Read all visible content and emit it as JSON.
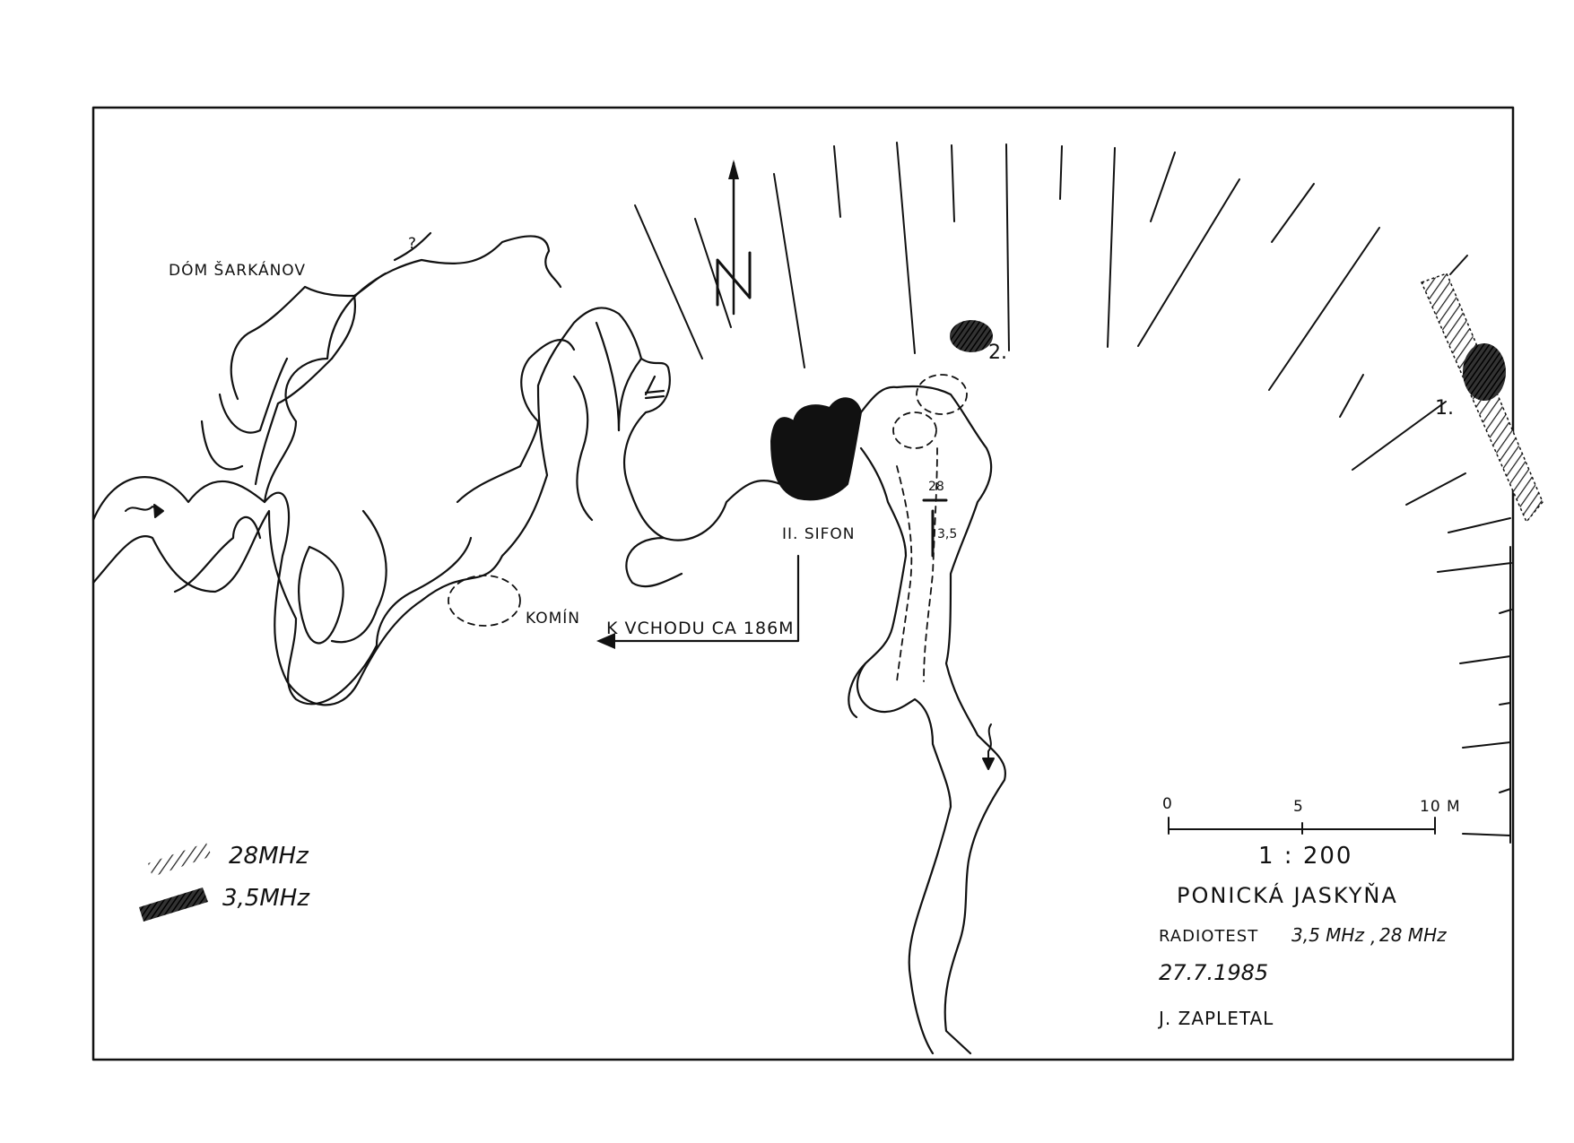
{
  "map": {
    "title": "PONICKÁ JASKYŇA",
    "subtitle_prefix": "RADIOTEST",
    "subtitle_freq_a": "3,5 MHz",
    "subtitle_sep": ",",
    "subtitle_freq_b": "28 MHz",
    "date": "27.7.1985",
    "author": "J. ZAPLETAL",
    "scale_ratio": "1 : 200",
    "scale_bar": {
      "ticks": [
        "0",
        "5",
        "10 m"
      ]
    },
    "north_label": "N"
  },
  "places": {
    "dom_sarkanov": "DÓM ŠARKÁNOV",
    "unknown_marker": "?",
    "komin": "KOMÍN",
    "sifon": "II. SIFON",
    "entrance": "K VCHODU CA 186m",
    "marker_28": "28",
    "marker_35": "3,5",
    "point_1": "1.",
    "point_2": "2."
  },
  "legend": {
    "items": [
      {
        "label": "28MHz",
        "pattern": "light-hatch"
      },
      {
        "label": "3,5MHz",
        "pattern": "dark-hatch"
      }
    ]
  },
  "colors": {
    "ink": "#111111",
    "paper": "#ffffff"
  }
}
